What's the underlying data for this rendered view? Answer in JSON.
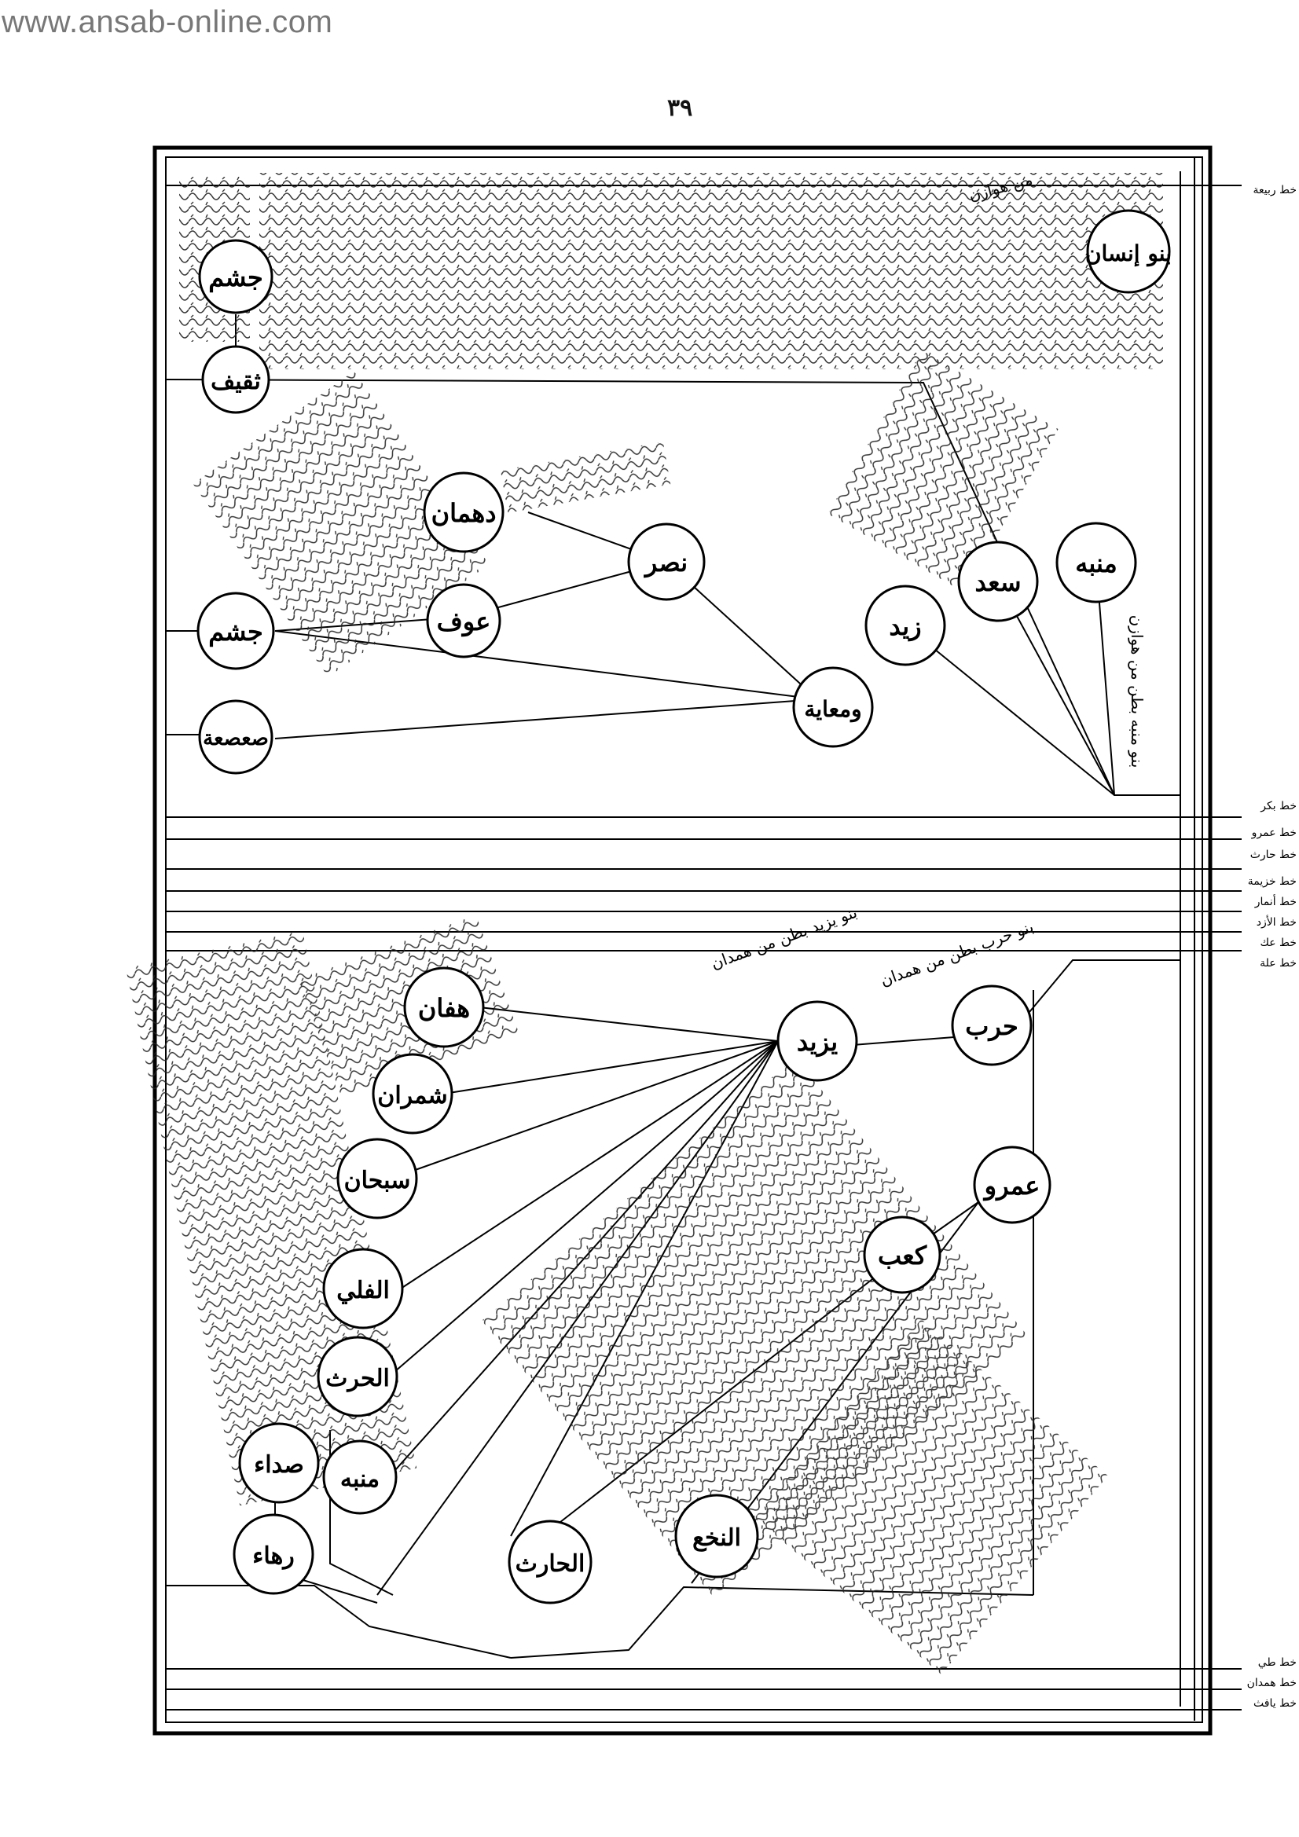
{
  "watermark": "www.ansab-online.com",
  "page_number": "٣٩",
  "margin_labels": {
    "rabia": "خط ربيعة",
    "bakr": "خط بكر",
    "amr": "خط عمرو",
    "harith": "خط حارث",
    "khuzaima": "خط خزيمة",
    "anmar": "خط أنمار",
    "azd": "خط الأزد",
    "akk": "خط عك",
    "ila": "خط علة",
    "tayy": "خط طي",
    "hamdan": "خط همدان",
    "yafi": "خط يافث"
  },
  "nodes": {
    "bani_insan": "بنو إنسان",
    "jusham_top": "جشم",
    "thaqif": "ثقيف",
    "dahman": "دهمان",
    "nasr": "نصر",
    "awf": "عوف",
    "jusham_mid": "جشم",
    "sasaa": "صعصعة",
    "muawiya": "ومعاية",
    "munabbih_top": "منبه",
    "saad": "سعد",
    "zayd": "زيد",
    "yazid": "يزيد",
    "harb": "حرب",
    "hafan": "هفان",
    "shimran": "شمران",
    "sabhan": "سبحان",
    "alfali": "الفلي",
    "alharith_mid": "الحرث",
    "suda": "صداء",
    "munabbih_low": "منبه",
    "ruha": "رهاء",
    "amr": "عمرو",
    "kab": "كعب",
    "alharith_low": "الحارث",
    "nakha": "النخع"
  },
  "annotations": {
    "harb_note": "بنو حرب بطن من همدان",
    "yazid_note": "بنو يزيد بطن من همدان",
    "munabbih_note": "بنو منبه بطن من هوازن",
    "insan_note": "من هوازن"
  }
}
